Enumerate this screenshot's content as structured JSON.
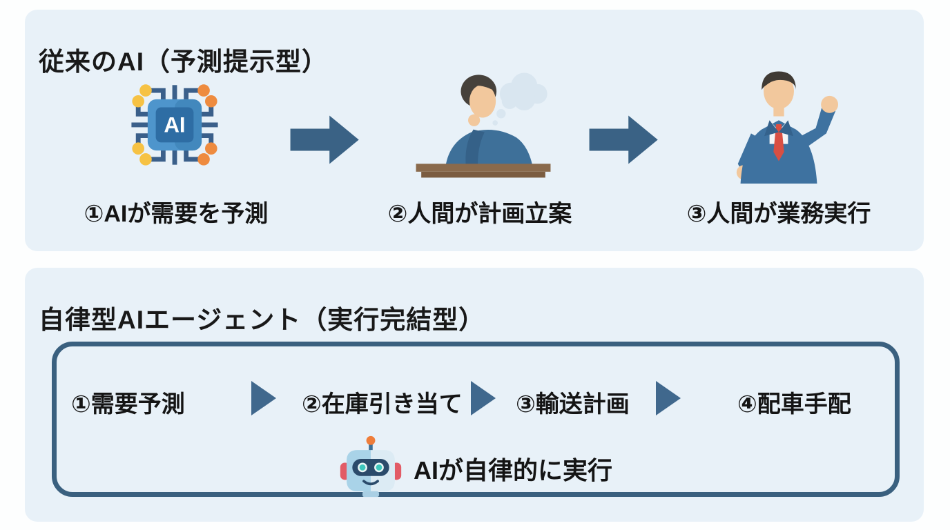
{
  "traditional_ai": {
    "title": "従来のAI（予測提示型）",
    "steps": [
      {
        "icon": "ai-chip-icon",
        "label": "①AIが需要を予測"
      },
      {
        "icon": "thinking-person-icon",
        "label": "②人間が計画立案"
      },
      {
        "icon": "businessman-icon",
        "label": "③人間が業務実行"
      }
    ],
    "connector_icon": "arrow-right-icon"
  },
  "autonomous_agent": {
    "title": "自律型AIエージェント（実行完結型）",
    "pipeline_steps": [
      "①需要予測",
      "②在庫引き当て",
      "③輸送計画",
      "④配車手配"
    ],
    "separator_icon": "triangle-right-icon",
    "execution_icon": "robot-icon",
    "execution_label": "AIが自律的に実行"
  },
  "colors": {
    "page_background": "#fdfefe",
    "panel_background": "#e8f1f8",
    "arrow": "#3a6285",
    "triangle": "#40688d",
    "box_border": "#3a607f",
    "text": "#141414",
    "chip_blue": "#4e95cc",
    "chip_inner_blue": "#2e6da4",
    "dot_yellow": "#f6c244",
    "dot_orange": "#ee8b3f",
    "suit_blue": "#3e72a0",
    "tie_red": "#d94f43",
    "robot_accent_orange": "#ef7d3a",
    "robot_ear_red": "#e25b66",
    "robot_visor_navy": "#2b4b6b",
    "robot_eye_teal": "#3ec6bc"
  }
}
